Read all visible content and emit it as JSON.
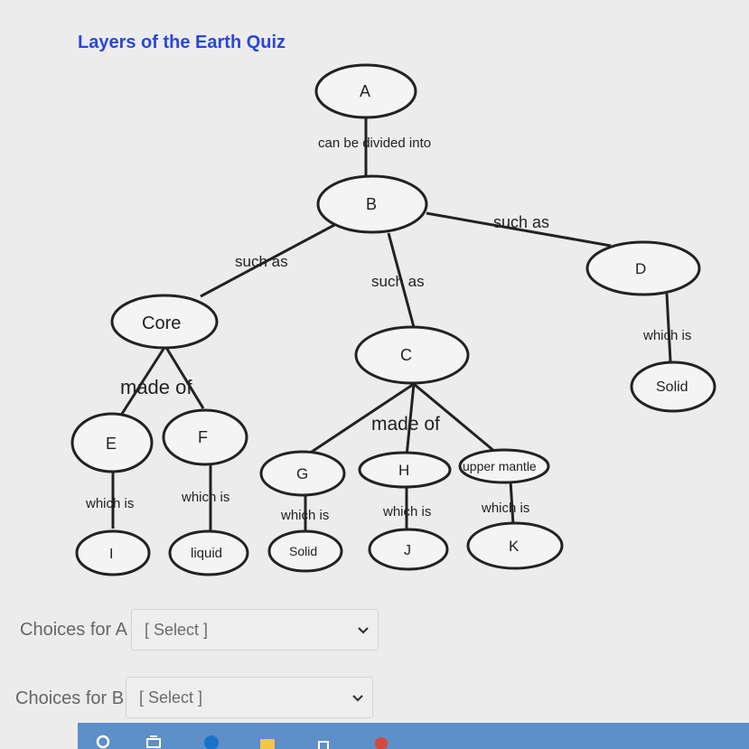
{
  "quiz": {
    "title": "Layers of the Earth Quiz"
  },
  "concept_map": {
    "nodes": {
      "A": "A",
      "B": "B",
      "C": "C",
      "D": "D",
      "core": "Core",
      "E": "E",
      "F": "F",
      "G": "G",
      "H": "H",
      "upper_mantle": "upper mantle",
      "I": "I",
      "liquid": "liquid",
      "solid_g": "Solid",
      "J": "J",
      "K": "K",
      "solid_d": "Solid"
    },
    "links": {
      "a_b": "can be divided into",
      "b_core": "such as",
      "b_c": "such as",
      "b_d": "such as",
      "d_solid": "which is",
      "core_made_of": "made of",
      "c_made_of": "made of",
      "e_i": "which is",
      "f_liquid": "which is",
      "g_solid": "which is",
      "h_j": "which is",
      "um_k": "which is"
    }
  },
  "choices": [
    {
      "label": "Choices for A",
      "value": "[ Select ]"
    },
    {
      "label": "Choices for B",
      "value": "[ Select ]"
    }
  ],
  "taskbar": {
    "color": "#5d8fc8",
    "icons": [
      "search-icon",
      "task-view-icon",
      "edge-icon",
      "file-explorer-icon",
      "store-icon",
      "chrome-icon"
    ]
  }
}
